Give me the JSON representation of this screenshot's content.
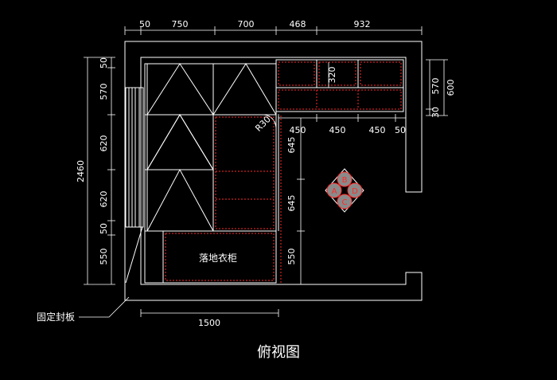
{
  "diagram": {
    "title": "俯视图",
    "top_dims": [
      "50",
      "750",
      "700",
      "468",
      "932"
    ],
    "left_dims": [
      "50",
      "570",
      "620",
      "620",
      "50",
      "550"
    ],
    "left_total": "2460",
    "right_dims": [
      "570",
      "30"
    ],
    "right_total": "600",
    "upper_inner_dims": [
      "450",
      "450",
      "450",
      "50"
    ],
    "cabinet_height": "320",
    "radius_label": "R30",
    "vertical_inner_dims": [
      "645",
      "645",
      "550"
    ],
    "bottom_dim": "1500",
    "wardrobe_label": "落地衣柜",
    "fixed_panel_label": "固定封板",
    "compass": {
      "top": "B",
      "left": "A",
      "right": "D",
      "bottom": "C"
    },
    "colors": {
      "background": "#000000",
      "line": "#ffffff",
      "accent": "#ff2a2a",
      "fill": "#8a8a8a"
    }
  }
}
